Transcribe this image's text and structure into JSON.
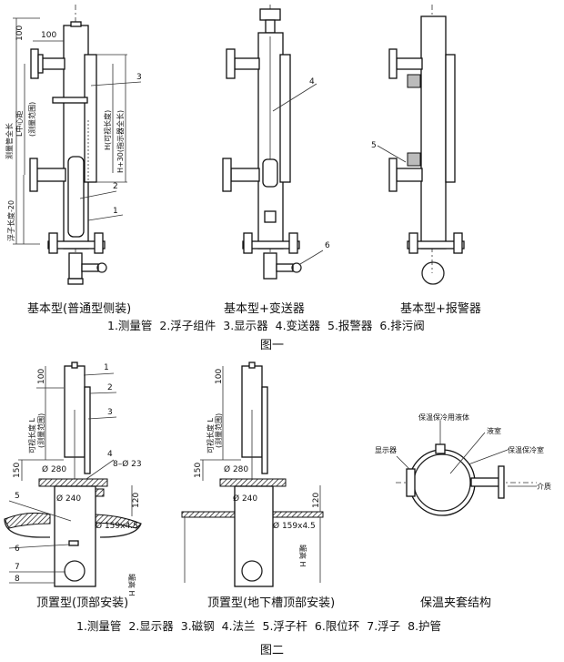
{
  "figure1": {
    "title": "图一",
    "captions": [
      "基本型(普通型侧装)",
      "基本型+变送器",
      "基本型+报警器"
    ],
    "legend": "1.测量管  2.浮子组件  3.显示器  4.变送器  5.报警器  6.排污阀",
    "dims": {
      "d100": "100",
      "total_length": "测量管全长",
      "center_distance": "L中心距",
      "range": "(测量范围)",
      "visible": "H(可视长度)",
      "indicator": "H+30(指示器全长)",
      "float_len": "浮子长度-20"
    },
    "callouts": [
      "1",
      "2",
      "3",
      "4",
      "5",
      "6"
    ]
  },
  "figure2": {
    "title": "图二",
    "captions": [
      "顶置型(顶部安装)",
      "顶置型(地下槽顶部安装)",
      "保温夹套结构"
    ],
    "legend": "1.测量管  2.显示器  3.磁钢  4.法兰  5.浮子杆  6.限位环  7.浮子  8.护管",
    "dims": {
      "d100": "100",
      "visible_L": "可视长度 L",
      "range": "(测量范围)",
      "d150": "150",
      "phi280": "Ø 280",
      "holes": "8–Ø 23",
      "phi240": "Ø 240",
      "d120": "120",
      "pipe": "Ø 159x4.5",
      "tank_H": "罐高 H"
    },
    "callouts": [
      "1",
      "2",
      "3",
      "4",
      "5",
      "6",
      "7",
      "8"
    ],
    "jacket": {
      "display": "显示器",
      "fluid": "保温保冷用液体",
      "chamber": "液室",
      "jacket_room": "保温保冷室",
      "medium": "介质"
    }
  }
}
